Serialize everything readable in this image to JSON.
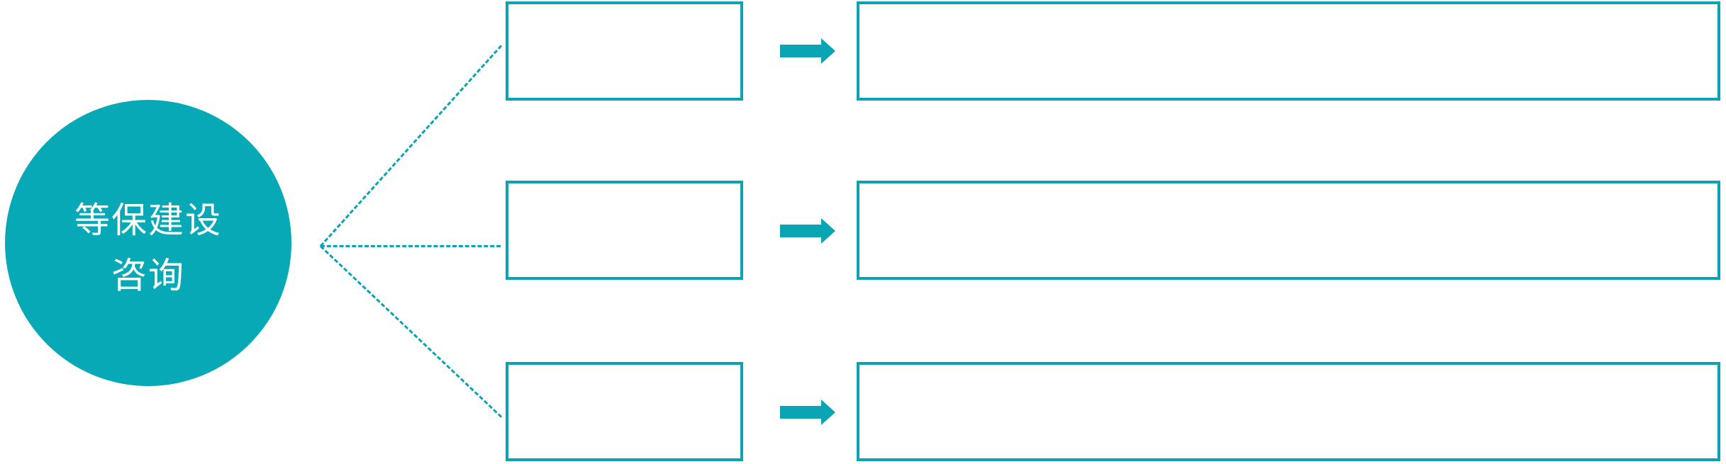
{
  "circle": {
    "label_line1": "等保建设",
    "label_line2": "咨询"
  },
  "rows": [
    {
      "id": 1,
      "step_label": "",
      "detail_label": ""
    },
    {
      "id": 2,
      "step_label": "",
      "detail_label": ""
    },
    {
      "id": 3,
      "step_label": "",
      "detail_label": ""
    }
  ],
  "colors": {
    "circle_fill": "#07A9B7",
    "shape_stroke": "#0AA3B3",
    "arrow_fill": "#0AA5B4",
    "label_text": "#FFFFFF",
    "bg": "#FFFFFF"
  }
}
